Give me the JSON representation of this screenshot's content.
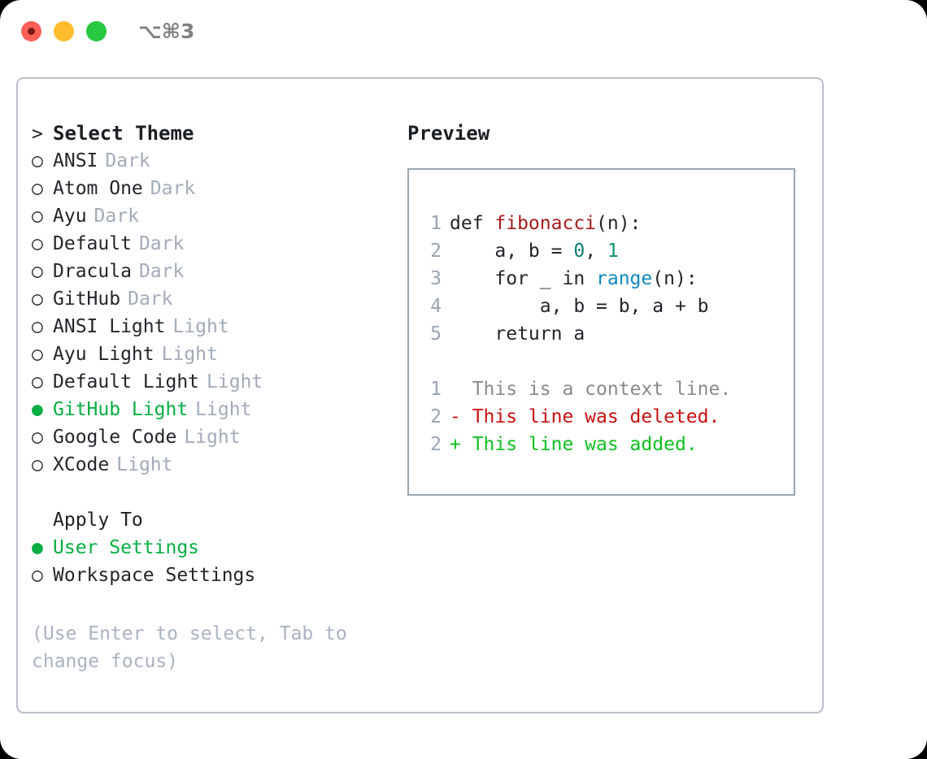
{
  "window": {
    "title": "⌥⌘3",
    "traffic_lights": [
      {
        "name": "close",
        "color": "#ff6159"
      },
      {
        "name": "minimize",
        "color": "#ffbd2e"
      },
      {
        "name": "maximize",
        "color": "#28c840"
      }
    ]
  },
  "theme_picker": {
    "heading_marker": ">",
    "heading": "Select Theme",
    "unselected_marker": "○",
    "selected_marker": "●",
    "items": [
      {
        "marker": "○",
        "label": "ANSI",
        "tag": "Dark",
        "selected": false
      },
      {
        "marker": "○",
        "label": "Atom One",
        "tag": "Dark",
        "selected": false
      },
      {
        "marker": "○",
        "label": "Ayu",
        "tag": "Dark",
        "selected": false
      },
      {
        "marker": "○",
        "label": "Default",
        "tag": "Dark",
        "selected": false
      },
      {
        "marker": "○",
        "label": "Dracula",
        "tag": "Dark",
        "selected": false
      },
      {
        "marker": "○",
        "label": "GitHub",
        "tag": "Dark",
        "selected": false
      },
      {
        "marker": "○",
        "label": "ANSI Light",
        "tag": "Light",
        "selected": false
      },
      {
        "marker": "○",
        "label": "Ayu Light",
        "tag": "Light",
        "selected": false
      },
      {
        "marker": "○",
        "label": "Default Light",
        "tag": "Light",
        "selected": false
      },
      {
        "marker": "●",
        "label": "GitHub Light",
        "tag": "Light",
        "selected": true
      },
      {
        "marker": "○",
        "label": "Google Code",
        "tag": "Light",
        "selected": false
      },
      {
        "marker": "○",
        "label": "XCode",
        "tag": "Light",
        "selected": false
      }
    ]
  },
  "apply_to": {
    "heading": "Apply To",
    "items": [
      {
        "marker": "●",
        "label": "User Settings",
        "selected": true
      },
      {
        "marker": "○",
        "label": "Workspace Settings",
        "selected": false
      }
    ]
  },
  "hint": "(Use Enter to select, Tab to change focus)",
  "preview": {
    "title": "Preview",
    "code_lines": [
      {
        "number": "1",
        "tokens": [
          {
            "text": "def ",
            "kind": "plain"
          },
          {
            "text": "fibonacci",
            "kind": "fn"
          },
          {
            "text": "(n):",
            "kind": "plain"
          }
        ]
      },
      {
        "number": "2",
        "tokens": [
          {
            "text": "    a, b = ",
            "kind": "plain"
          },
          {
            "text": "0",
            "kind": "num"
          },
          {
            "text": ", ",
            "kind": "plain"
          },
          {
            "text": "1",
            "kind": "num2"
          }
        ]
      },
      {
        "number": "3",
        "tokens": [
          {
            "text": "    for _ in ",
            "kind": "plain"
          },
          {
            "text": "range",
            "kind": "call"
          },
          {
            "text": "(n):",
            "kind": "plain"
          }
        ]
      },
      {
        "number": "4",
        "tokens": [
          {
            "text": "        a, b = b, a + b",
            "kind": "plain"
          }
        ]
      },
      {
        "number": "5",
        "tokens": [
          {
            "text": "    return a",
            "kind": "plain"
          }
        ]
      }
    ],
    "diff_lines": [
      {
        "number": "1",
        "sign": " ",
        "text": "  This is a context line.",
        "kind": "context"
      },
      {
        "number": "2",
        "sign": "-",
        "text": "- This line was deleted.",
        "kind": "deleted"
      },
      {
        "number": "2",
        "sign": "+",
        "text": "+ This line was added.",
        "kind": "added"
      }
    ]
  },
  "colors": {
    "accent_green": "#07ae43",
    "muted": "#a2abb9",
    "code_fn": "#a51b1b",
    "code_call": "#1289bf",
    "code_num": "#0a7d72",
    "diff_deleted": "#c81010",
    "diff_added": "#0ec020",
    "diff_context": "#8a8a8a",
    "panel_border": "#b9c0ca",
    "preview_border": "#9ba6b3"
  }
}
